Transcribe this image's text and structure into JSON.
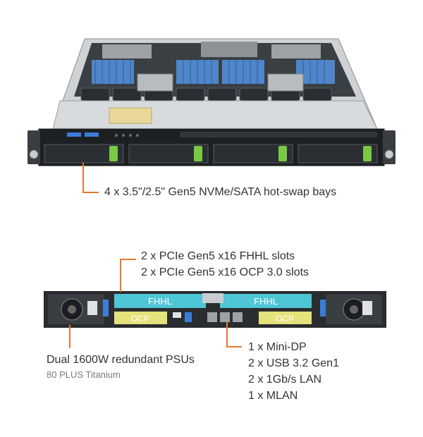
{
  "front": {
    "bays_label": "4 x 3.5\"/2.5\" Gen5 NVMe/SATA hot-swap bays"
  },
  "rear": {
    "pcie_lines": [
      "2 x PCIe Gen5 x16 FHHL slots",
      "2 x PCIe Gen5 x16 OCP 3.0 slots"
    ],
    "psu_title": "Dual 1600W redundant PSUs",
    "psu_sub": "80 PLUS Titanium",
    "io_lines": [
      "1 x Mini-DP",
      "2 x USB 3.2 Gen1",
      "2 x 1Gb/s LAN",
      "1 x MLAN"
    ],
    "slot_fhhl": "FHHL",
    "slot_ocp": "OCP"
  },
  "colors": {
    "accent": "#e8782a",
    "handle_green": "#7ac943",
    "slot_cyan": "#4fc6d6",
    "slot_yellow": "#e4e27a"
  }
}
